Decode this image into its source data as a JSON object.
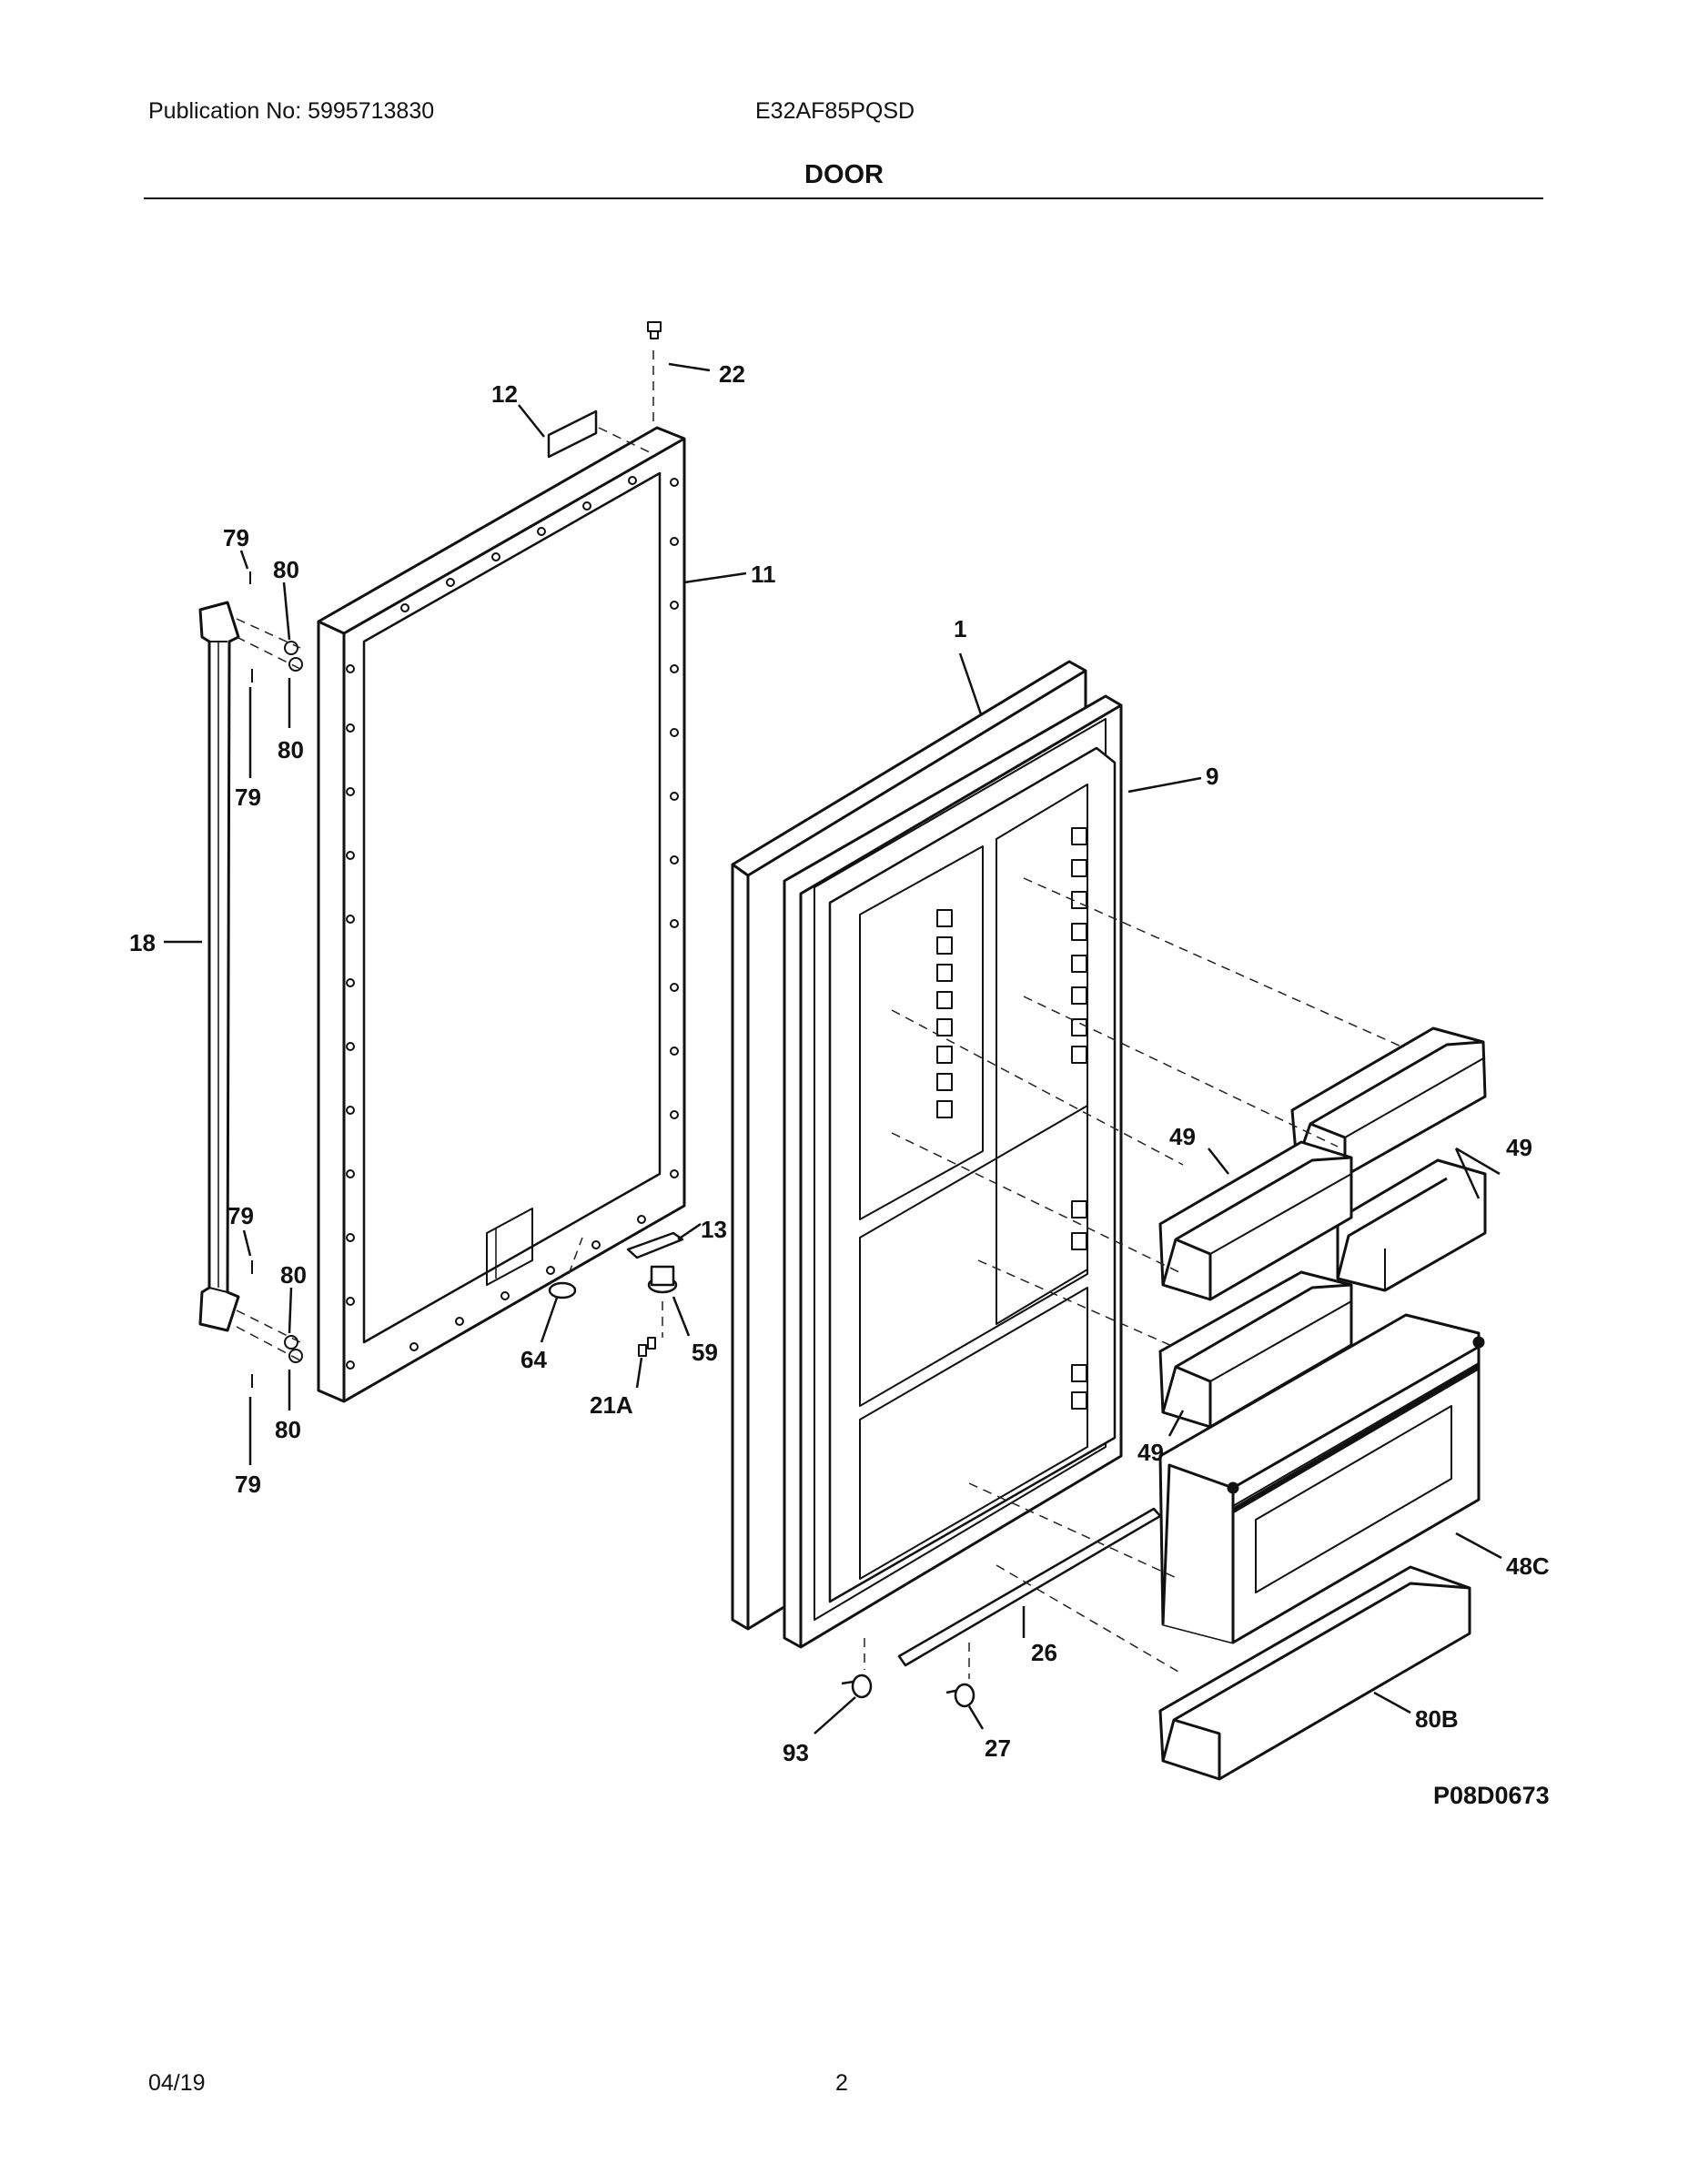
{
  "header": {
    "publication": "Publication No:  5995713830",
    "model": "E32AF85PQSD",
    "section_title": "DOOR"
  },
  "diagram": {
    "figure_code": "P08D0673",
    "callouts": [
      "22",
      "12",
      "11",
      "79",
      "80",
      "80",
      "79",
      "18",
      "79",
      "80",
      "80",
      "79",
      "1",
      "9",
      "13",
      "64",
      "59",
      "21A",
      "49",
      "49",
      "49",
      "48C",
      "26",
      "93",
      "27",
      "80B"
    ]
  },
  "footer": {
    "date": "04/19",
    "page": "2"
  }
}
